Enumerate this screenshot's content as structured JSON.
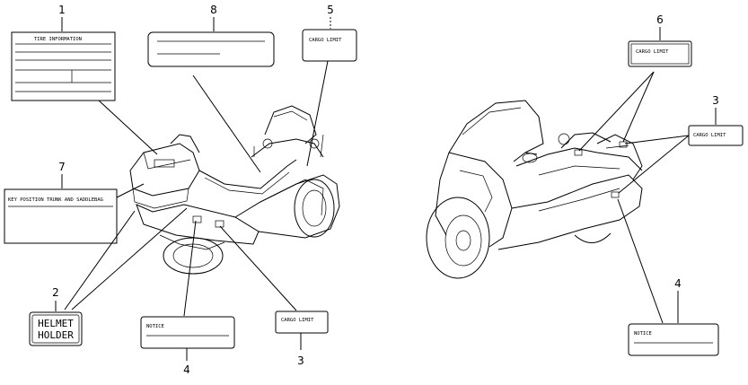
{
  "callouts": {
    "c1": "1",
    "c2": "2",
    "c3a": "3",
    "c3b": "3",
    "c4a": "4",
    "c4b": "4",
    "c5": "5",
    "c6": "6",
    "c7": "7",
    "c8": "8"
  },
  "labels": {
    "tire_info": "TIRE INFORMATION",
    "key_position": "KEY POSITION TRUNK AND SADDLEBAG",
    "cargo_limit_5": "CARGO LIMIT",
    "cargo_limit_6": "CARGO LIMIT",
    "cargo_limit_3a": "CARGO LIMIT",
    "cargo_limit_3b": "CARGO LIMIT",
    "helmet_line1": "HELMET",
    "helmet_line2": "HOLDER",
    "notice_a": "NOTICE",
    "notice_b": "NOTICE"
  }
}
